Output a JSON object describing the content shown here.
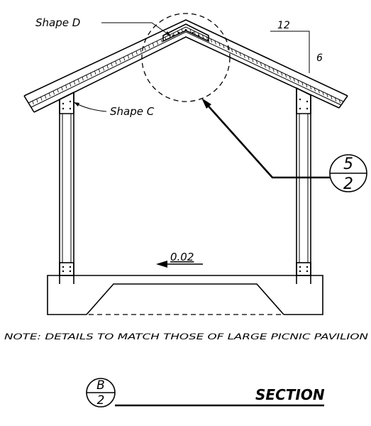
{
  "labels": {
    "shape_d": "Shape D",
    "shape_c": "Shape C",
    "slope_run": "12",
    "slope_rise": "6",
    "floor_slope": "0.02",
    "note": "NOTE: DETAILS TO MATCH THOSE OF LARGE PICNIC PAVILION",
    "section_title": "SECTION"
  },
  "detail_callout": {
    "number": "5",
    "sheet": "2"
  },
  "section_callout": {
    "letter": "B",
    "sheet": "2"
  }
}
